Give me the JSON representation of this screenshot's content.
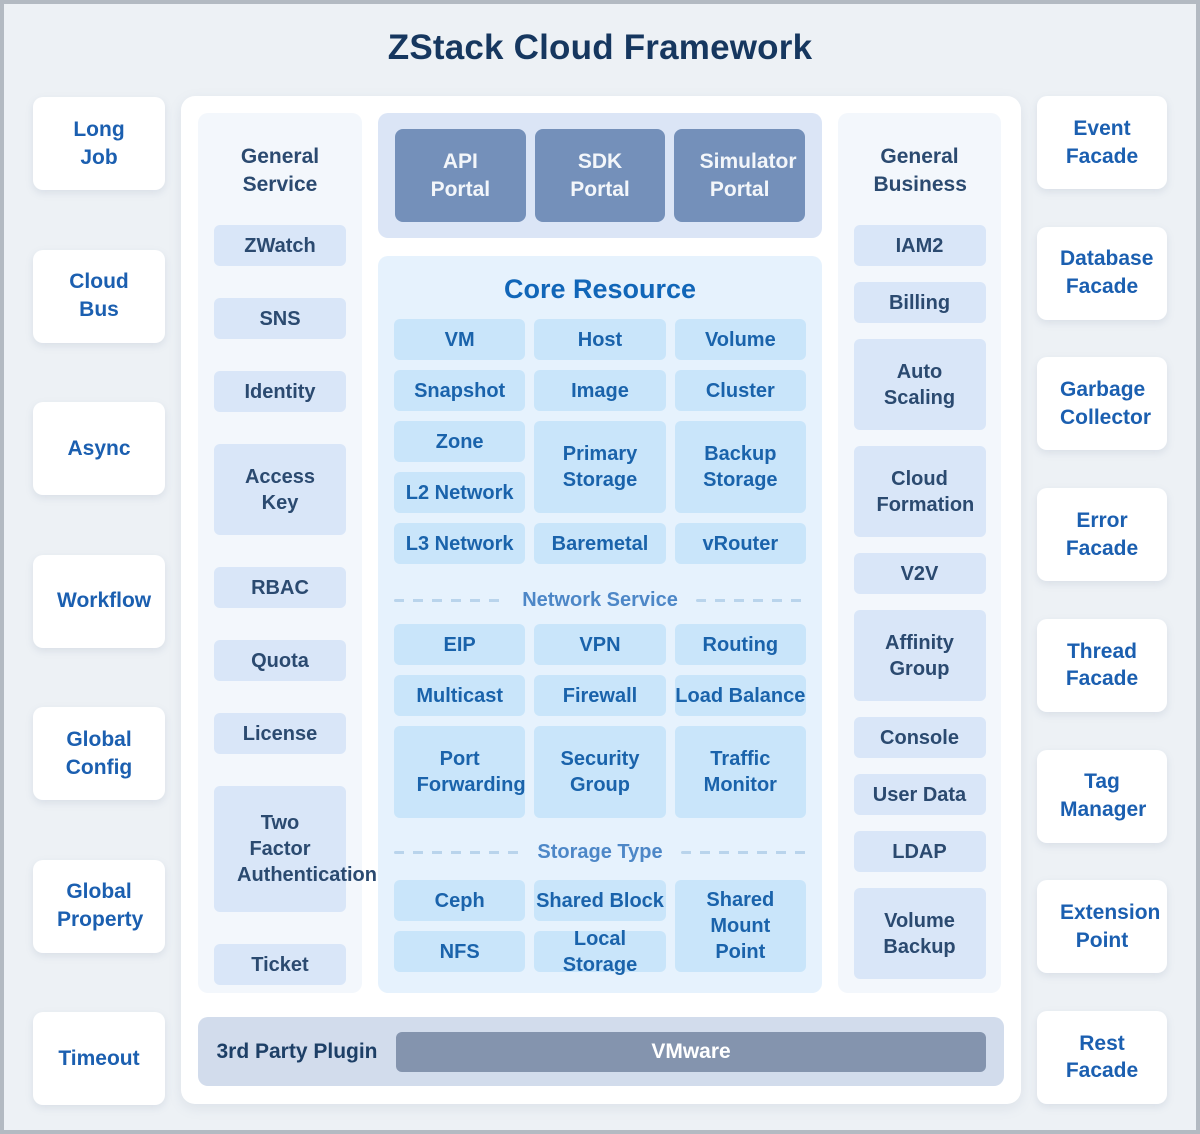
{
  "title": "ZStack Cloud Framework",
  "left_column": [
    "Long Job",
    "Cloud Bus",
    "Async",
    "Workflow",
    "Global Config",
    "Global Property",
    "Timeout"
  ],
  "right_column": [
    "Event Facade",
    "Database Facade",
    "Garbage Collector",
    "Error Facade",
    "Thread Facade",
    "Tag Manager",
    "Extension Point",
    "Rest Facade"
  ],
  "general_service": {
    "header": "General Service",
    "items": [
      "ZWatch",
      "SNS",
      "Identity",
      "Access Key",
      "RBAC",
      "Quota",
      "License",
      "Two Factor Authentication",
      "Ticket"
    ]
  },
  "portals": [
    "API Portal",
    "SDK Portal",
    "Simulator Portal"
  ],
  "core_resource": {
    "title": "Core Resource",
    "items": [
      "VM",
      "Host",
      "Volume",
      "Snapshot",
      "Image",
      "Cluster",
      "Zone",
      "Primary Storage",
      "Backup Storage",
      "L2 Network",
      "L3 Network",
      "Baremetal",
      "vRouter"
    ]
  },
  "network_service": {
    "label": "Network Service",
    "items": [
      "EIP",
      "VPN",
      "Routing",
      "Multicast",
      "Firewall",
      "Load Balance",
      "Port Forwarding",
      "Security Group",
      "Traffic Monitor"
    ]
  },
  "storage_type": {
    "label": "Storage Type",
    "items": [
      "Ceph",
      "Shared Block",
      "Shared Mount Point",
      "NFS",
      "Local Storage"
    ]
  },
  "general_business": {
    "header": "General Business",
    "items": [
      "IAM2",
      "Billing",
      "Auto Scaling",
      "Cloud Formation",
      "V2V",
      "Affinity Group",
      "Console",
      "User Data",
      "LDAP",
      "Volume Backup"
    ]
  },
  "plugin": {
    "label": "3rd Party Plugin",
    "items": [
      "VMware"
    ]
  },
  "colors": {
    "page_bg": "#edf1f5",
    "panel_bg": "#ffffff",
    "side_panel_bg": "#f3f7fc",
    "side_chip_bg": "#d9e6f8",
    "portal_strip_bg": "#dbe5f6",
    "portal_bg": "#7490ba",
    "core_panel_bg": "#e6f2fd",
    "core_chip_bg": "#c9e5fa",
    "plugin_bar_bg": "#d2dcec",
    "vmware_bg": "#8494ae",
    "title_color": "#16375f",
    "blue_text": "#1b5fb0",
    "navy_text": "#2b4a70",
    "core_text": "#1a63ab",
    "divider_text": "#4d87c7"
  }
}
